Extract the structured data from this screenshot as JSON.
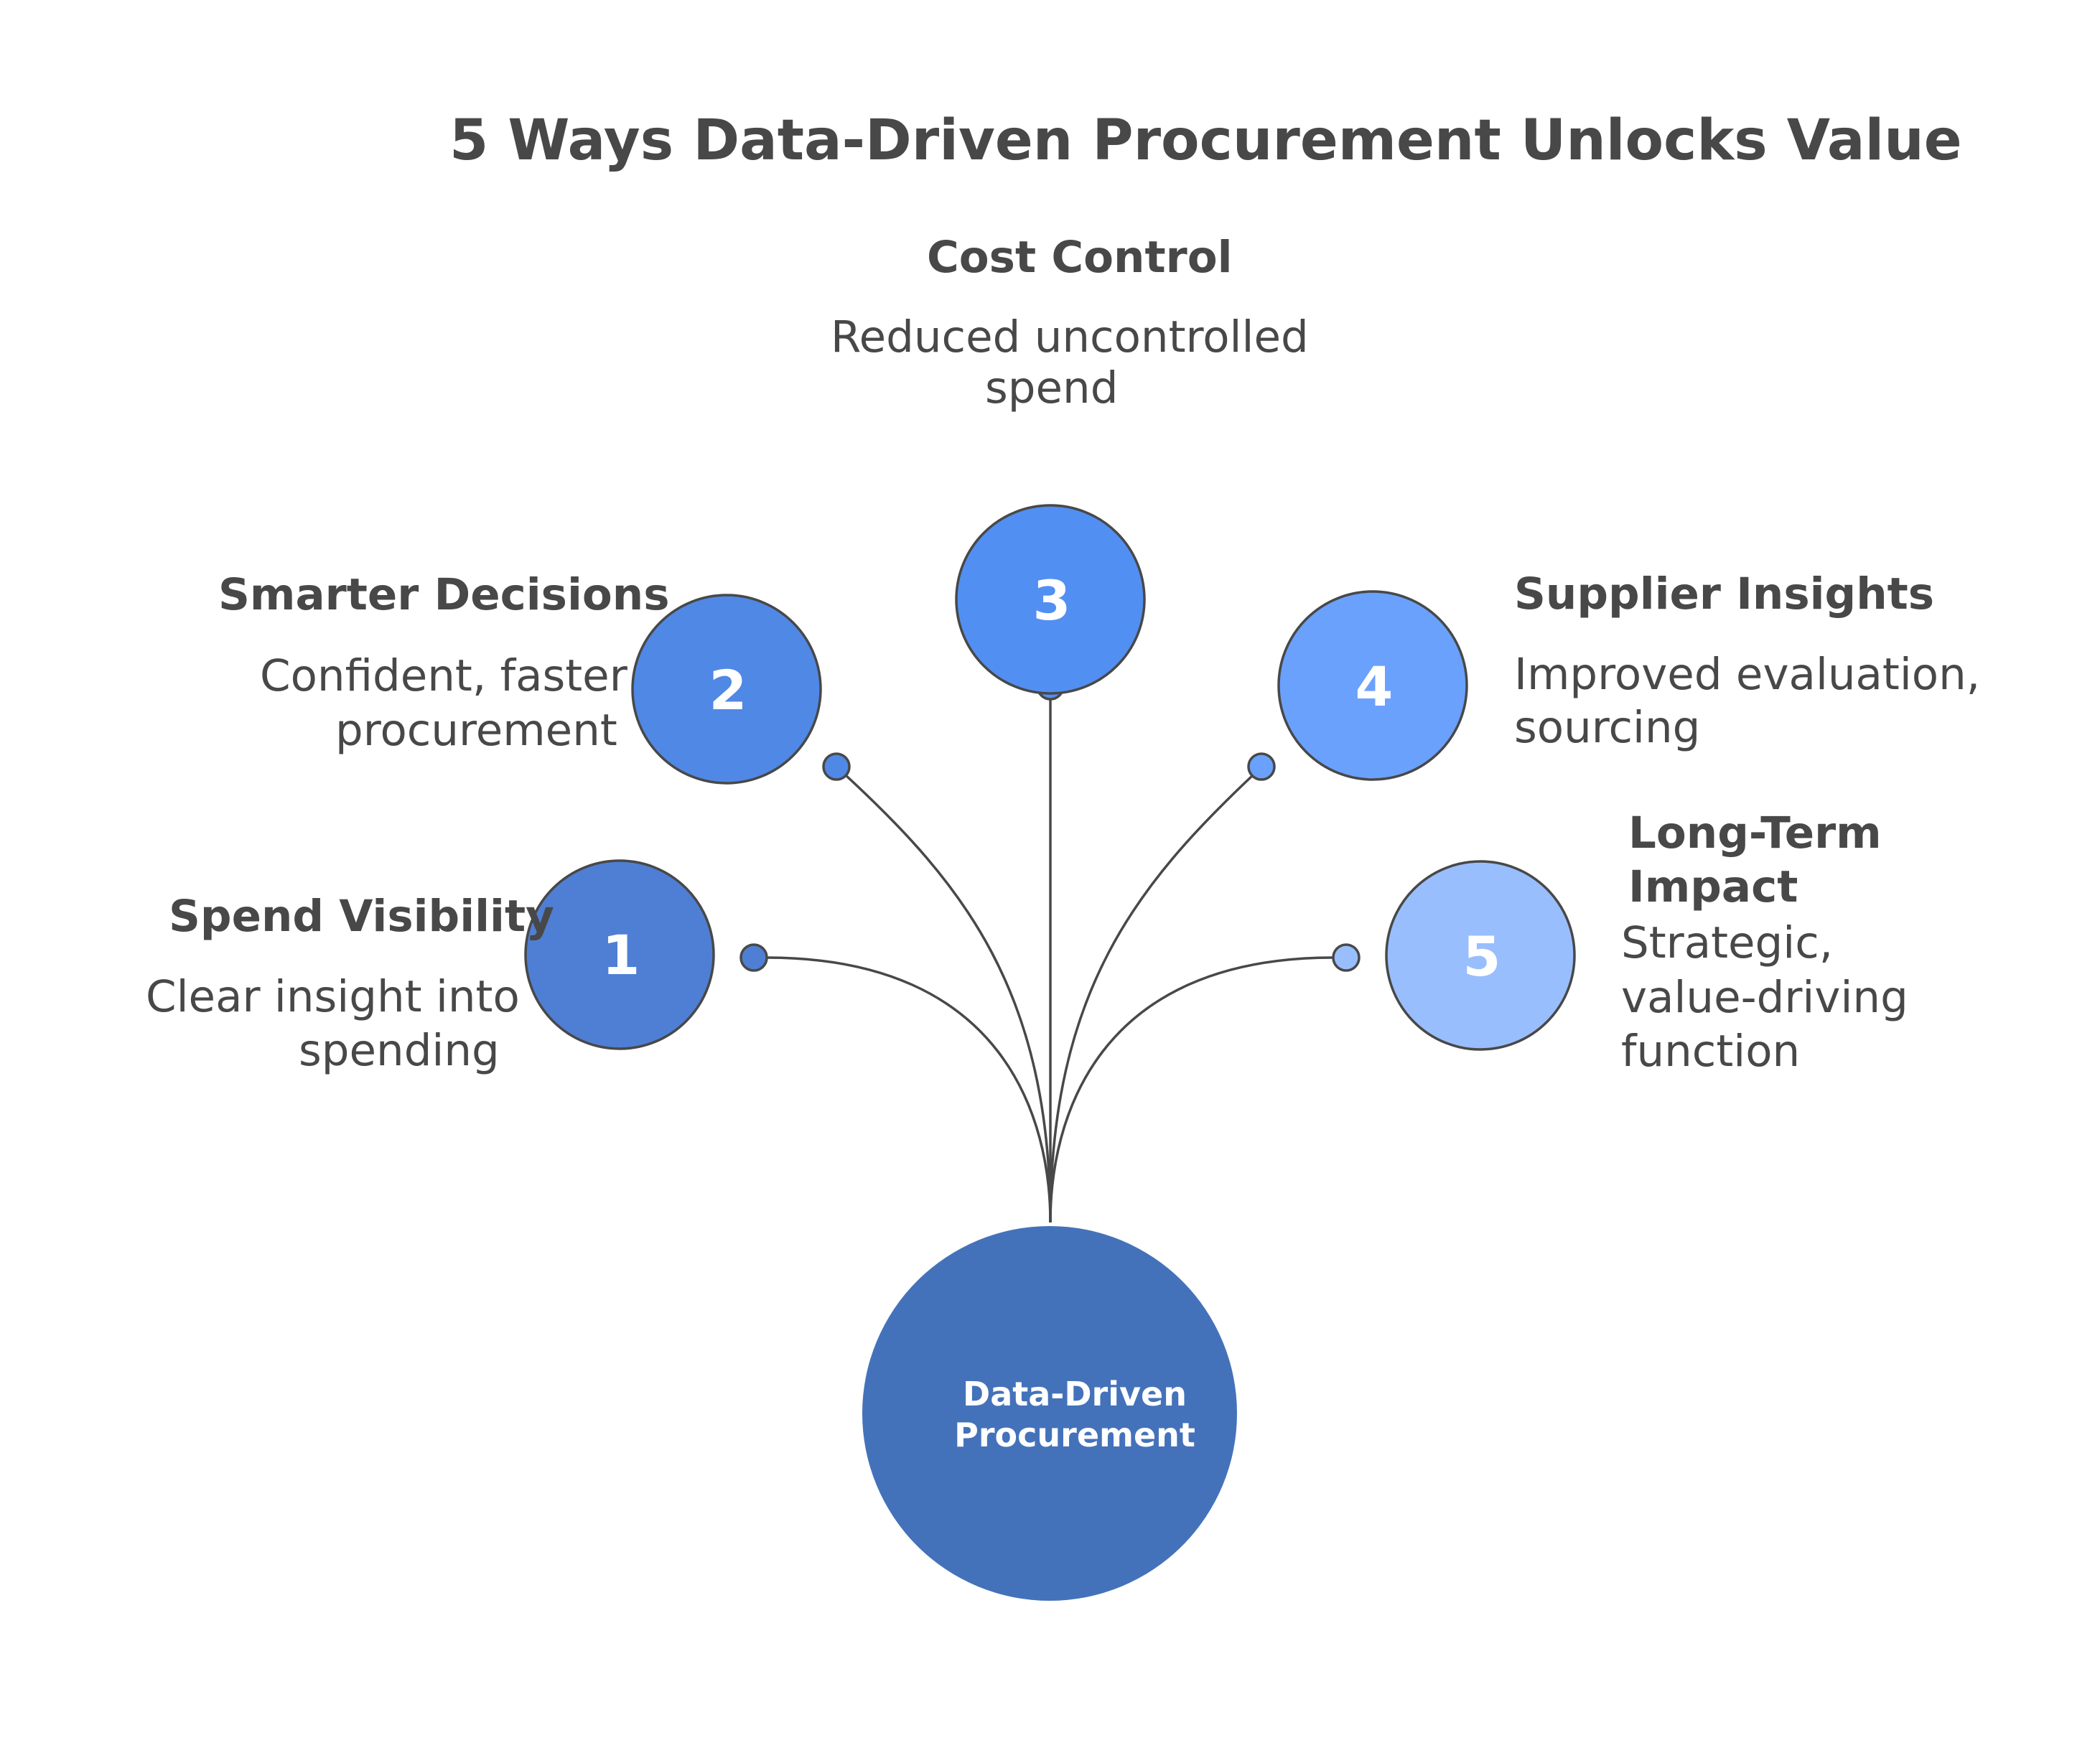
{
  "title": "5 Ways Data-Driven Procurement Unlocks Value",
  "center": {
    "label_lines": [
      "Data-Driven",
      "Procurement"
    ],
    "color": "#4472BA"
  },
  "items": [
    {
      "number": "1",
      "heading_lines": [
        "Spend Visibility"
      ],
      "description_lines": [
        "Clear insight into",
        "spending"
      ],
      "color": "#4F7FD4"
    },
    {
      "number": "2",
      "heading_lines": [
        "Smarter Decisions"
      ],
      "description_lines": [
        "Confident, faster",
        "procurement"
      ],
      "color": "#5088E6"
    },
    {
      "number": "3",
      "heading_lines": [
        "Cost Control"
      ],
      "description_lines": [
        "Reduced uncontrolled",
        "spend"
      ],
      "color": "#528FF2"
    },
    {
      "number": "4",
      "heading_lines": [
        "Supplier Insights"
      ],
      "description_lines": [
        "Improved evaluation,",
        "sourcing"
      ],
      "color": "#6AA1FC"
    },
    {
      "number": "5",
      "heading_lines": [
        "Long-Term",
        "Impact"
      ],
      "description_lines": [
        "Strategic,",
        "value-driving",
        "function"
      ],
      "color": "#99BEFE"
    }
  ],
  "colors": {
    "text": "#484848",
    "stroke": "#484848",
    "number_text": "#FFFFFF"
  }
}
